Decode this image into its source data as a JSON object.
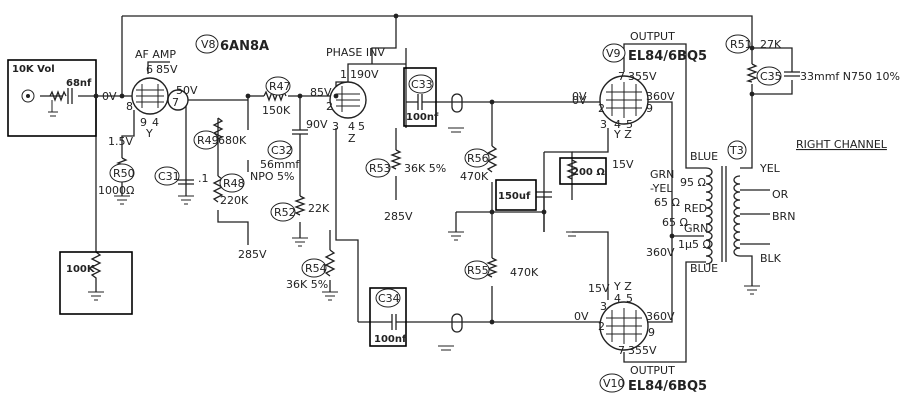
{
  "tubes": {
    "v8": {
      "ref": "V8",
      "type": "6AN8A",
      "fn": "AF AMP",
      "pins": [
        "6",
        "8",
        "9",
        "4",
        "7"
      ],
      "v_anode": "85V",
      "v_plate2": "50V",
      "v_cathode": "1.5V",
      "v_grid": "0V",
      "sym_y": "Y"
    },
    "pi": {
      "fn": "PHASE INV",
      "pins": [
        "1",
        "2",
        "3",
        "4",
        "5"
      ],
      "v_anode": "190V",
      "v_grid": "85V",
      "v_cathode": "90V",
      "sym_z": "Z"
    },
    "v9": {
      "ref": "V9",
      "fn": "OUTPUT",
      "type": "EL84/6BQ5",
      "pins": [
        "7",
        "2",
        "3",
        "4",
        "5",
        "9"
      ],
      "v_anode": "355V",
      "v_grid": "0V",
      "v_screen": "360V",
      "v_cathode": "15V",
      "sym": "Y Z"
    },
    "v10": {
      "ref": "V10",
      "fn": "OUTPUT",
      "type": "EL84/6BQ5",
      "pins": [
        "3",
        "2",
        "9",
        "7",
        "4",
        "5"
      ],
      "v_anode": "355V",
      "v_grid": "0V",
      "v_screen": "360V",
      "v_cathode": "15V",
      "sym": "Y Z"
    }
  },
  "components": {
    "vol": {
      "label": "10K Vol"
    },
    "cin": {
      "value": "68nf"
    },
    "r100k": {
      "value": "100K"
    },
    "r50": {
      "ref": "R50",
      "value": "1000Ω"
    },
    "c31": {
      "ref": "C31",
      "value": ".1"
    },
    "r49": {
      "ref": "R49",
      "value": "680K"
    },
    "r48": {
      "ref": "R48",
      "value": "220K"
    },
    "npo": {
      "value": "NPO 5%"
    },
    "r47": {
      "ref": "R47",
      "value": "150K"
    },
    "c32": {
      "ref": "C32",
      "value": "56mmf"
    },
    "r52": {
      "ref": "R52",
      "value": "22K"
    },
    "r54": {
      "ref": "R54",
      "value": "36K 5%"
    },
    "c33": {
      "ref": "C33",
      "value": "100nf"
    },
    "c34": {
      "ref": "C34",
      "value": "100nf"
    },
    "r53": {
      "ref": "R53",
      "value": "36K 5%"
    },
    "r56": {
      "ref": "R56",
      "value": "470K"
    },
    "r55": {
      "ref": "R55",
      "value": "470K"
    },
    "c150": {
      "value": "150uf"
    },
    "r200": {
      "value": "200 Ω"
    },
    "r51": {
      "ref": "R51",
      "value": "27K"
    },
    "c35": {
      "ref": "C35",
      "value": "33mmf N750 10%"
    },
    "t3": {
      "ref": "T3"
    }
  },
  "nets": {
    "b285_a": "285V",
    "b285_b": "285V",
    "v360_a": "360V",
    "v360_b": "360V",
    "v15": "15V",
    "v0_a": "0V",
    "v0_b": "0V"
  },
  "transformer": {
    "primary": [
      "BLUE",
      "GRN",
      "-YEL",
      "RED",
      "GRN",
      "BLUE"
    ],
    "secondary": [
      "YEL",
      "OR",
      "BRN",
      "BLK"
    ],
    "taps": [
      "95 Ω",
      "65 Ω",
      "65 Ω",
      "1μ5 Ω"
    ]
  },
  "channel": "RIGHT CHANNEL",
  "colors": {
    "ink": "#222222",
    "box": "#000000",
    "paper": "#ffffff"
  }
}
